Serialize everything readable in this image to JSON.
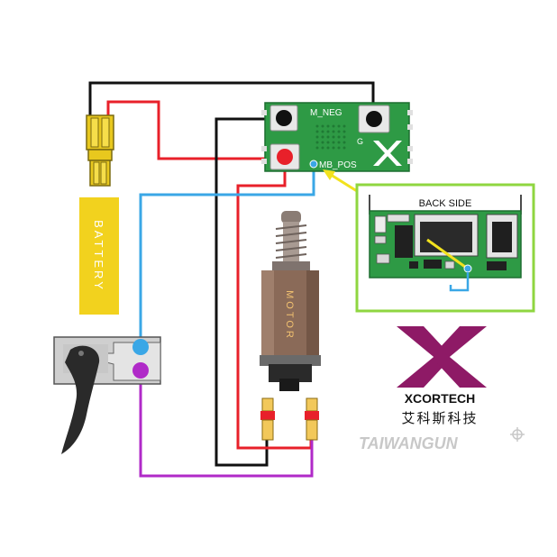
{
  "board": {
    "label_m_neg": "M_NEG",
    "label_g": "G",
    "label_mb_pos": "MB_POS"
  },
  "inset": {
    "title": "BACK SIDE"
  },
  "battery": {
    "label": "BATTERY"
  },
  "motor": {
    "label": "MOTOR"
  },
  "brand": {
    "name": "XCORTECH",
    "chinese": "艾科斯科技",
    "watermark": "TAIWANGUN"
  },
  "colors": {
    "red_wire": "#e8202a",
    "black_wire": "#111111",
    "blue_wire": "#3aa7e6",
    "purple_wire": "#b02ac8",
    "pcb_green": "#2e9a45",
    "inset_border": "#8fd640",
    "battery_yellow": "#f2d21e",
    "motor_brown": "#8a6a58",
    "logo_magenta": "#8e1a66"
  }
}
